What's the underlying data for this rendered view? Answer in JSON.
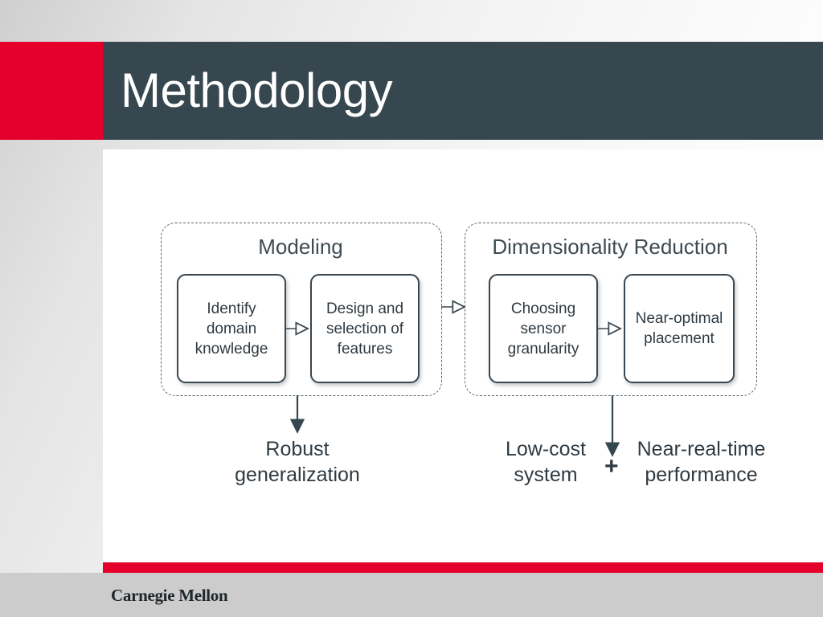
{
  "slide": {
    "title": "Methodology",
    "footer_logo": "Carnegie Mellon",
    "colors": {
      "accent_red": "#e4002b",
      "header_dark": "#37474f",
      "node_border": "#3a4750",
      "text_dark": "#2f3a42",
      "footer_gray": "#cccccc"
    }
  },
  "diagram": {
    "type": "flow",
    "groups": [
      {
        "id": "modeling",
        "title": "Modeling",
        "nodes": [
          {
            "id": "identify-domain-knowledge",
            "label": "Identify\ndomain\nknowledge"
          },
          {
            "id": "design-selection-features",
            "label": "Design and\nselection of\nfeatures"
          }
        ],
        "outcomes": [
          {
            "id": "robust-generalization",
            "label": "Robust\ngeneralization"
          }
        ]
      },
      {
        "id": "dimensionality-reduction",
        "title": "Dimensionality Reduction",
        "nodes": [
          {
            "id": "choosing-sensor-granularity",
            "label": "Choosing\nsensor\ngranularity"
          },
          {
            "id": "near-optimal-placement",
            "label": "Near-optimal\nplacement"
          }
        ],
        "outcomes": [
          {
            "id": "low-cost-system",
            "label": "Low-cost\nsystem"
          },
          {
            "id": "near-real-time-performance",
            "label": "Near-real-time\nperformance"
          }
        ],
        "combiner": "+"
      }
    ],
    "connectors": [
      {
        "id": "identify-to-design",
        "style": "hollow-arrow",
        "direction": "right"
      },
      {
        "id": "modeling-to-dimensionality",
        "style": "hollow-arrow",
        "direction": "right"
      },
      {
        "id": "choosing-to-placement",
        "style": "hollow-arrow",
        "direction": "right"
      },
      {
        "id": "modeling-to-robust-generalization",
        "style": "solid-arrow",
        "direction": "down"
      },
      {
        "id": "dimensionality-to-outcomes",
        "style": "solid-arrow",
        "direction": "down"
      }
    ]
  }
}
